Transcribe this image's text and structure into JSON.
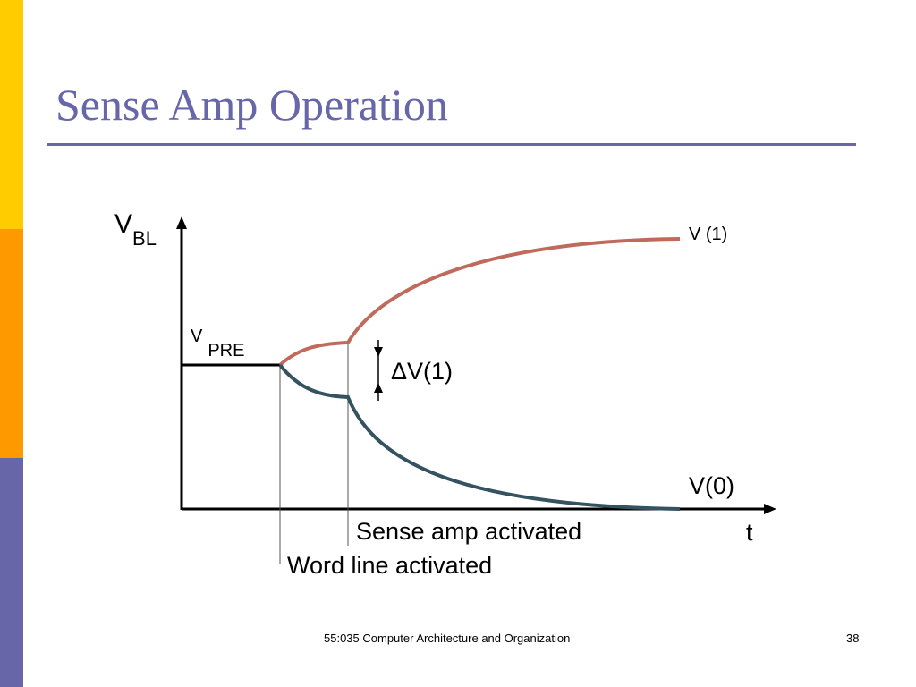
{
  "slide": {
    "title": "Sense Amp Operation",
    "title_color": "#6666a8",
    "rule_color": "#6666a8",
    "stripe_colors": [
      "#ffcc00",
      "#ff9900",
      "#6666a8"
    ]
  },
  "diagram": {
    "y_axis_label": {
      "main": "V",
      "sub": "BL"
    },
    "precharge_label": {
      "main": "V",
      "sub": "PRE"
    },
    "upper_curve_label": "V (1)",
    "lower_curve_label": "V(0)",
    "delta_label": "ΔV(1)",
    "x_axis_label": "t",
    "sense_amp_event": "Sense amp activated",
    "word_line_event": "Word line activated",
    "colors": {
      "upper_curve": "#c06a5c",
      "lower_curve": "#34525f",
      "axis": "#000000",
      "precharge_line": "#000000"
    }
  },
  "footer": {
    "course": "55:035 Computer Architecture and Organization",
    "page_number": "38"
  }
}
